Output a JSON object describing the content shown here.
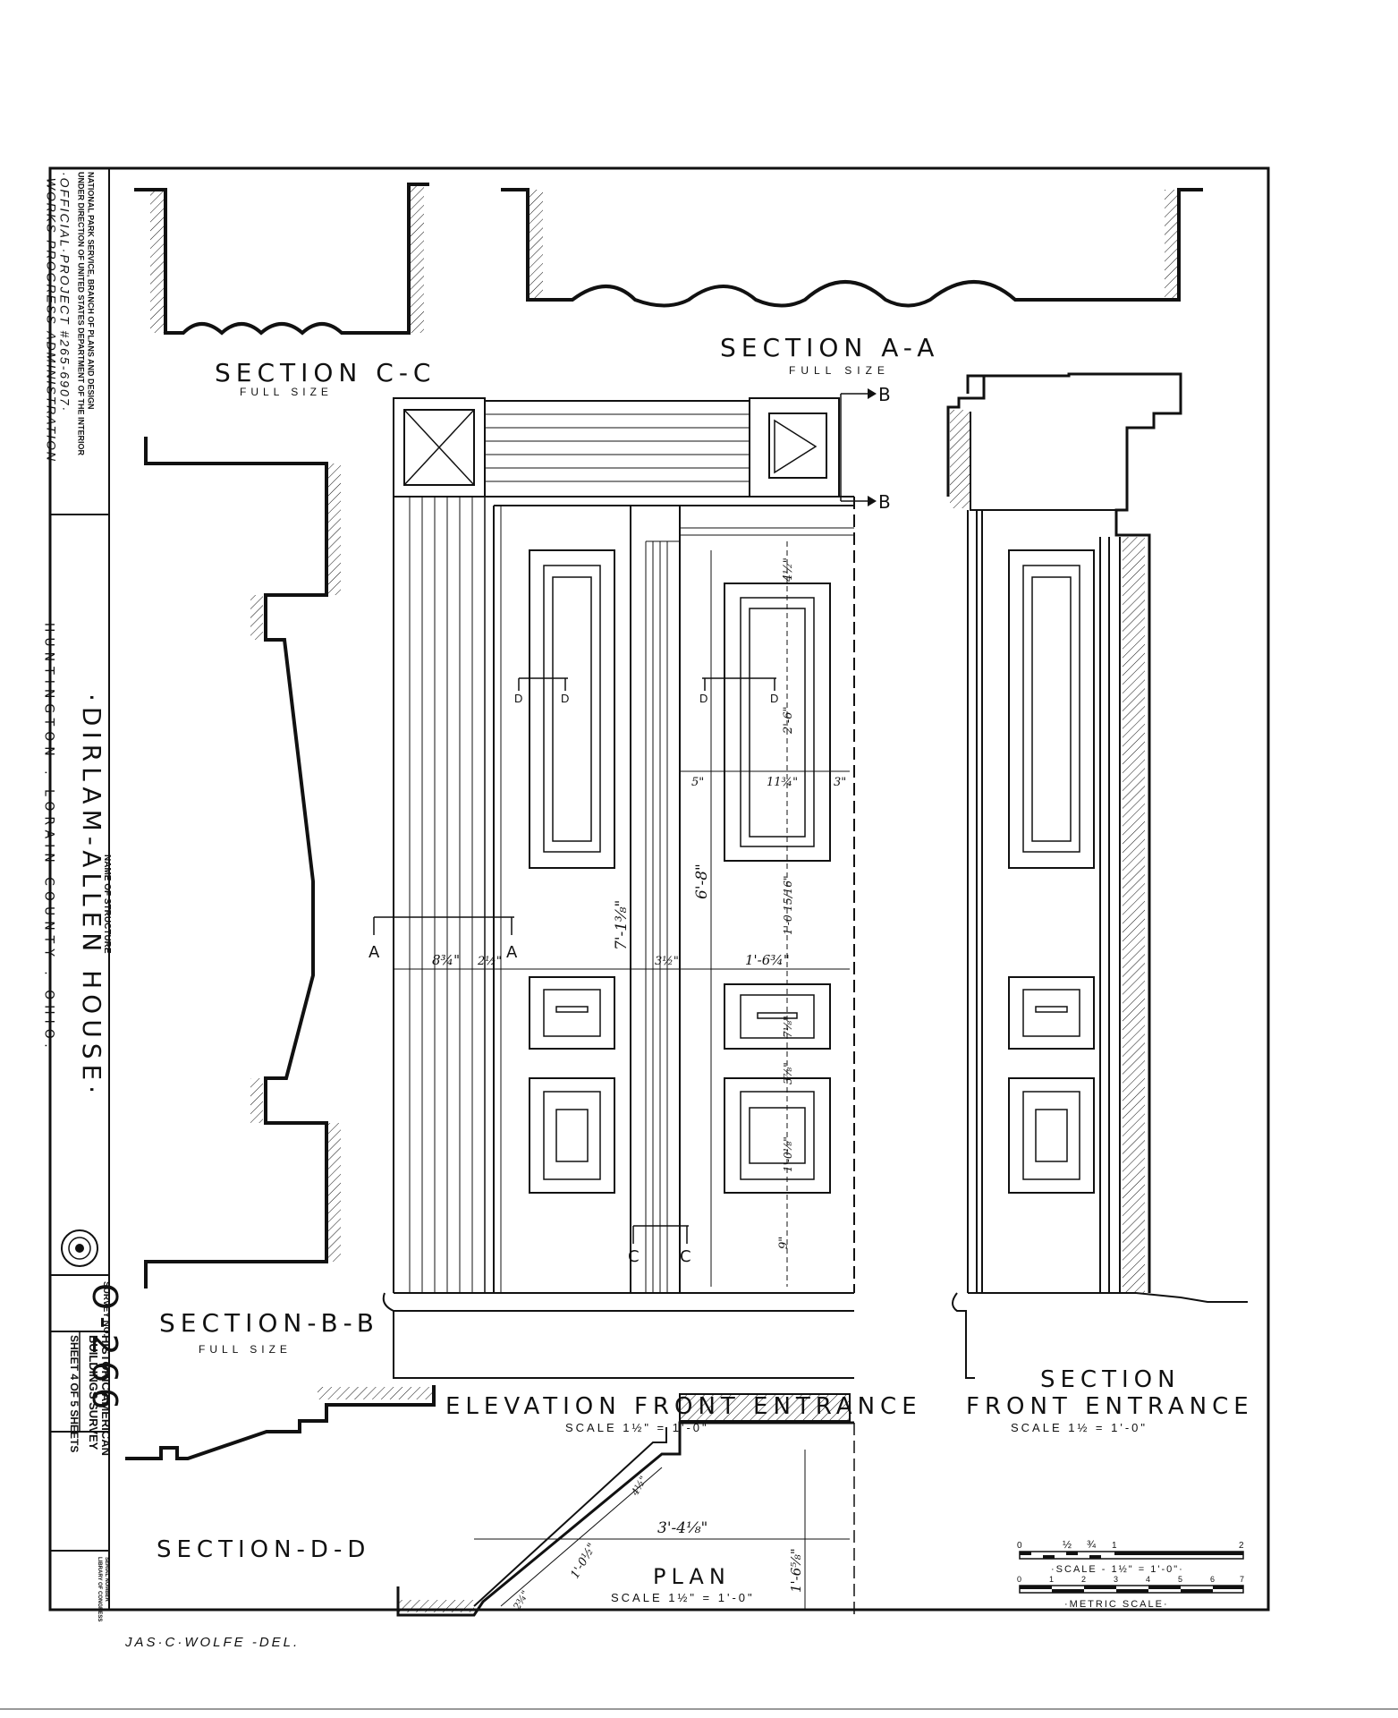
{
  "title_block": {
    "wpa": {
      "line1": "·WORKS·PROGRESS·ADMINISTRATION·",
      "line2": "·OFFICIAL·PROJECT #265-6907·",
      "line3": "UNDER DIRECTION OF UNITED STATES DEPARTMENT OF THE INTERIOR",
      "line4": "NATIONAL PARK SERVICE, BRANCH OF PLANS AND DESIGN"
    },
    "name_label": "NAME OF STRUCTURE",
    "structure_name": "·DIRLAM-ALLEN HOUSE·",
    "location": "· HUNTINGTON . LORAIN COUNTY . OHIO.",
    "survey_label": "SURVEY NO.",
    "survey_number": "O-266",
    "habs_line1": "HISTORIC AMERICAN",
    "habs_line2": "BUILDINGS SURVEY",
    "sheet": "SHEET 4 OF 5 SHEETS",
    "library": "LIBRARY OF CONGRESS",
    "library2": "SERIAL NUMBER"
  },
  "drawings": {
    "section_cc": {
      "title": "SECTION C-C",
      "sub": "FULL SIZE"
    },
    "section_aa": {
      "title": "SECTION A-A",
      "sub": "FULL SIZE"
    },
    "section_bb": {
      "title": "SECTION-B-B",
      "sub": "FULL SIZE"
    },
    "section_dd": {
      "title": "SECTION-D-D"
    },
    "elevation": {
      "title": "ELEVATION FRONT ENTRANCE",
      "scale": "SCALE 1½\" = 1'-0\""
    },
    "section_front": {
      "title1": "SECTION",
      "title2": "FRONT ENTRANCE",
      "scale": "SCALE 1½ = 1'-0\""
    },
    "plan": {
      "title": "PLAN",
      "scale": "SCALE 1½\" = 1'-0\""
    },
    "delineator": "JAS·C·WOLFE -DEL."
  },
  "cut_markers": {
    "a": "A",
    "b": "B",
    "c": "C",
    "d": "D"
  },
  "dimensions": {
    "d1": "8¾\"",
    "d2": "2½\"",
    "d3": "3½\"",
    "d4": "1'-6¾\"",
    "d5": "7'-1⅜\"",
    "d6": "6'-8\"",
    "d7": "4½\"",
    "d8": "2'-6\"",
    "d9": "5\"",
    "d10": "11¾\"",
    "d11": "3\"",
    "d12": "1'-0 15/16\"",
    "d13": "7⅛\"",
    "d14": "3⅞\"",
    "d15": "1'-0⅛\"",
    "d16": "9\"",
    "p1": "3'-4⅛\"",
    "p2": "1'-6⅝\"",
    "p3": "1'-0½\"",
    "p4": "4½\"",
    "p5": "2¾\""
  },
  "scale_bar": {
    "ticks": [
      "0",
      "½",
      "¾",
      "1",
      "2"
    ],
    "label": "·SCALE - 1½\" = 1'-0\"·",
    "metric_ticks": [
      "0",
      "1",
      "2",
      "3",
      "4",
      "5",
      "6",
      "7"
    ],
    "metric_label": "·METRIC SCALE·"
  },
  "stamp": "HISTORIC AMERICAN BUILDINGS SURVEY"
}
